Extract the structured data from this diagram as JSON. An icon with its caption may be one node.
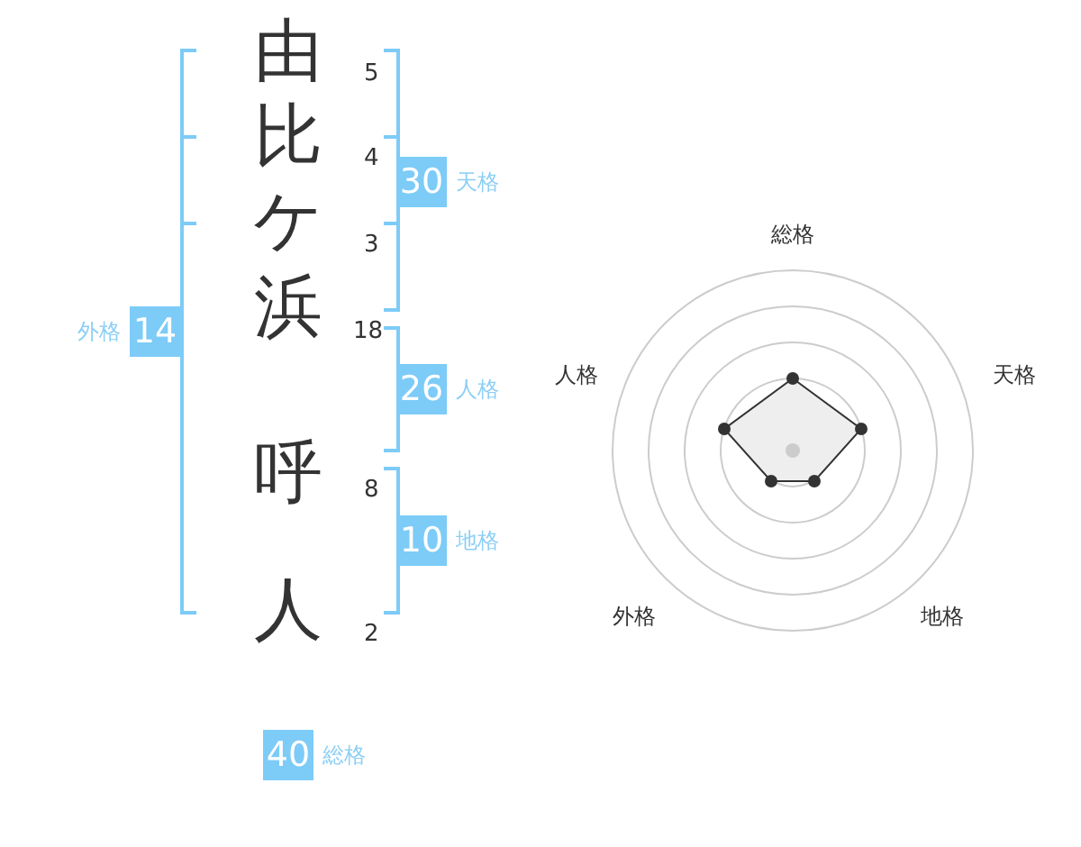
{
  "diagram": {
    "nodes": [
      {
        "text": [
          "30"
        ],
        "beside": [
          "天格"
        ]
      },
      {
        "text": [
          "14"
        ],
        "beside": [
          "外格"
        ]
      },
      {
        "text": [
          "26"
        ],
        "beside": [
          "人格"
        ]
      },
      {
        "text": [
          "10"
        ],
        "beside": [
          "地格"
        ]
      },
      {
        "text": [
          "40"
        ],
        "beside": [
          "総格"
        ]
      }
    ],
    "edges": [],
    "labels": [
      "由",
      "5",
      "比",
      "4",
      "ケ",
      "3",
      "浜",
      "18",
      "呼",
      "8",
      "人",
      "2",
      "総格",
      "人格",
      "天格",
      "外格",
      "地格"
    ]
  }
}
